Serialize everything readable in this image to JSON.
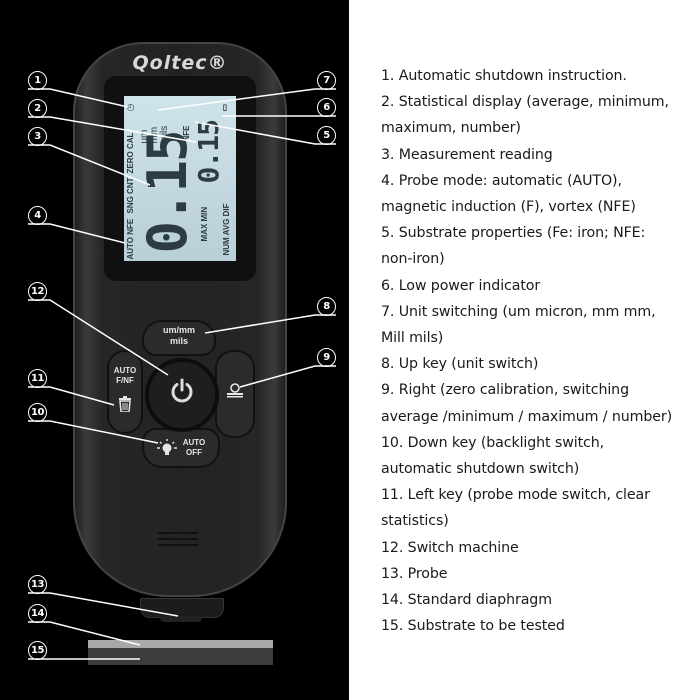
{
  "device": {
    "brand": "Qoltec®",
    "lcd": {
      "left_labels": [
        "AUTO NFE",
        "SNG CNT",
        "ZERO CAL"
      ],
      "clock_icon": "clock-icon",
      "units": [
        "um",
        "mm",
        "mils"
      ],
      "substrate": "NFE",
      "battery_icon": "battery-icon",
      "main_reading": "0.15",
      "stat_reading": "0.15",
      "stat_labels_1": "MAX MIN",
      "stat_labels_2": "NUM AVG DIF"
    },
    "buttons": {
      "up_line1": "um/mm",
      "up_line2": "mils",
      "left_line1": "AUTO",
      "left_line2": "F/NF",
      "left_icon": "trash-icon",
      "right_icon": "zero-calibration-icon",
      "down_icon": "backlight-bulb-icon",
      "down_line1": "AUTO",
      "down_line2": "OFF",
      "center_icon": "power-icon"
    }
  },
  "callouts": [
    "1",
    "2",
    "3",
    "4",
    "5",
    "6",
    "7",
    "8",
    "9",
    "10",
    "11",
    "12",
    "13",
    "14",
    "15"
  ],
  "legend": [
    "1. Automatic shutdown instruction.",
    "2. Statistical display (average, minimum,",
    "maximum, number)",
    "3. Measurement reading",
    "4. Probe mode: automatic (AUTO),",
    "magnetic induction (F), vortex (NFE)",
    "5. Substrate properties (Fe: iron; NFE:",
    "non-iron)",
    "6. Low power indicator",
    "7. Unit switching (um micron, mm mm,",
    "Mill mils)",
    "8. Up key (unit switch)",
    "9. Right (zero calibration, switching",
    "average /minimum / maximum / number)",
    "10. Down key (backlight switch,",
    "automatic shutdown switch)",
    "11. Left key (probe mode switch, clear",
    "statistics)",
    "12. Switch machine",
    "13. Probe",
    "14. Standard diaphragm",
    "15. Substrate to be tested"
  ],
  "colors": {
    "left_background": "#000000",
    "right_background": "#ffffff",
    "lcd_background": "#c4dae2",
    "text": "#1a1a1a"
  }
}
